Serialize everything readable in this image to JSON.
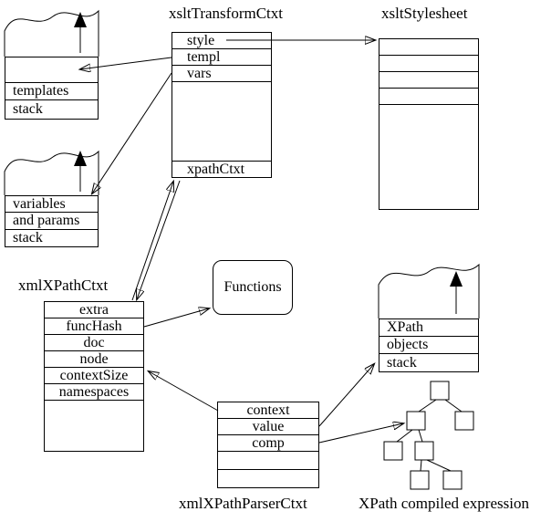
{
  "titles": {
    "transform_ctxt": "xsltTransformCtxt",
    "stylesheet": "xsltStylesheet",
    "xpath_ctxt": "xmlXPathCtxt",
    "parser_ctxt": "xmlXPathParserCtxt",
    "compiled_expression": "XPath compiled expression"
  },
  "transform_ctxt": {
    "rows": [
      "style",
      "templ",
      "vars",
      "xpathCtxt"
    ]
  },
  "stylesheet": {
    "rows": [
      "",
      "",
      "",
      ""
    ]
  },
  "templates_stack": {
    "rows": [
      "templates",
      "stack"
    ]
  },
  "variables_stack": {
    "rows": [
      "variables",
      "and params",
      "stack"
    ]
  },
  "functions": {
    "label": "Functions"
  },
  "xpath_ctxt": {
    "rows": [
      "extra",
      "funcHash",
      "doc",
      "node",
      "contextSize",
      "namespaces"
    ]
  },
  "objects_stack": {
    "rows": [
      "XPath",
      "objects",
      "stack"
    ]
  },
  "parser_ctxt": {
    "rows": [
      "context",
      "value",
      "comp"
    ]
  },
  "connections": [
    {
      "from": "xsltTransformCtxt.style",
      "to": "xsltStylesheet"
    },
    {
      "from": "xsltTransformCtxt.templ",
      "to": "templates stack"
    },
    {
      "from": "xsltTransformCtxt.vars",
      "to": "variables and params stack"
    },
    {
      "from": "xsltTransformCtxt.xpathCtxt",
      "to": "xmlXPathCtxt",
      "bidirectional": true
    },
    {
      "from": "xmlXPathCtxt.funcHash",
      "to": "Functions"
    },
    {
      "from": "xmlXPathParserCtxt.context",
      "to": "xmlXPathCtxt"
    },
    {
      "from": "xmlXPathParserCtxt.value",
      "to": "XPath objects stack"
    },
    {
      "from": "xmlXPathParserCtxt.comp",
      "to": "XPath compiled expression tree"
    }
  ],
  "colors": {
    "line": "#000000",
    "background": "#ffffff"
  }
}
